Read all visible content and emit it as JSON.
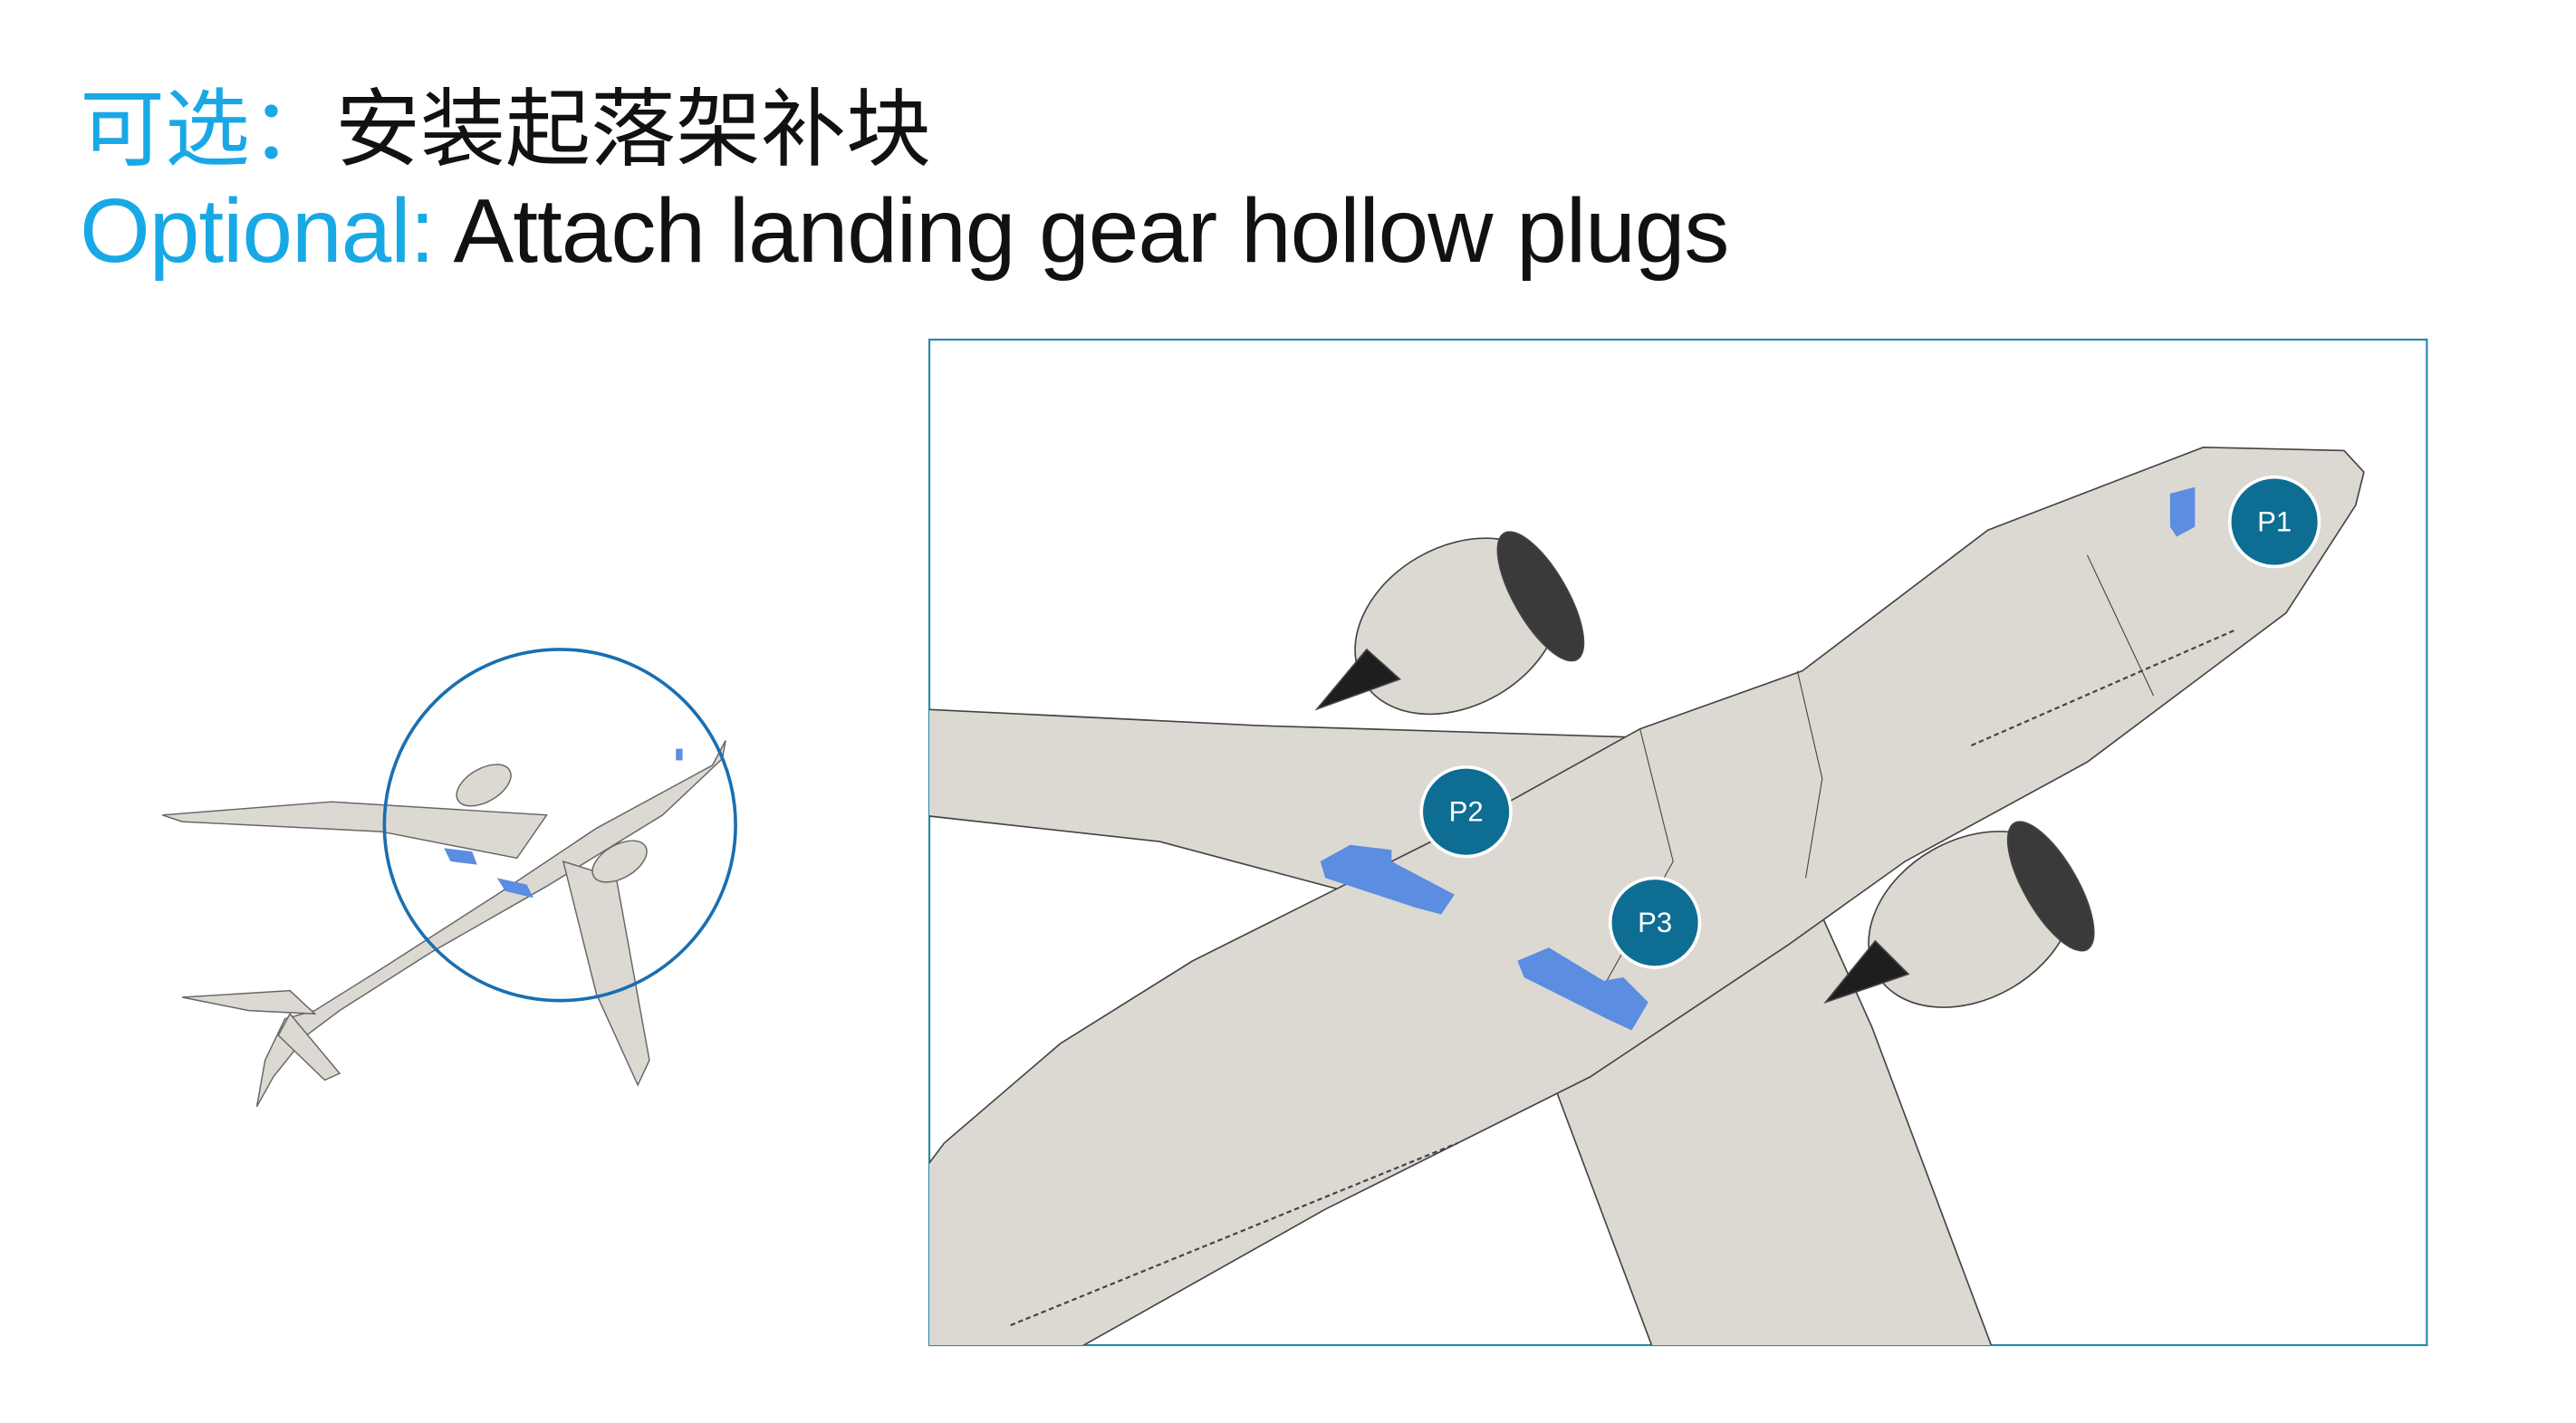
{
  "heading": {
    "zh_prefix": "可选：",
    "zh_text": "安装起落架补块",
    "en_prefix": "Optional:",
    "en_text": "Attach landing gear hollow plugs"
  },
  "callouts": [
    {
      "label": "P1"
    },
    {
      "label": "P2"
    },
    {
      "label": "P3"
    }
  ],
  "colors": {
    "accent": "#19a8e6",
    "callout": "#0e6d93",
    "plug": "#5b8de0",
    "detail_frame": "#2a8aa8",
    "overview_circle": "#1a6fb0"
  }
}
